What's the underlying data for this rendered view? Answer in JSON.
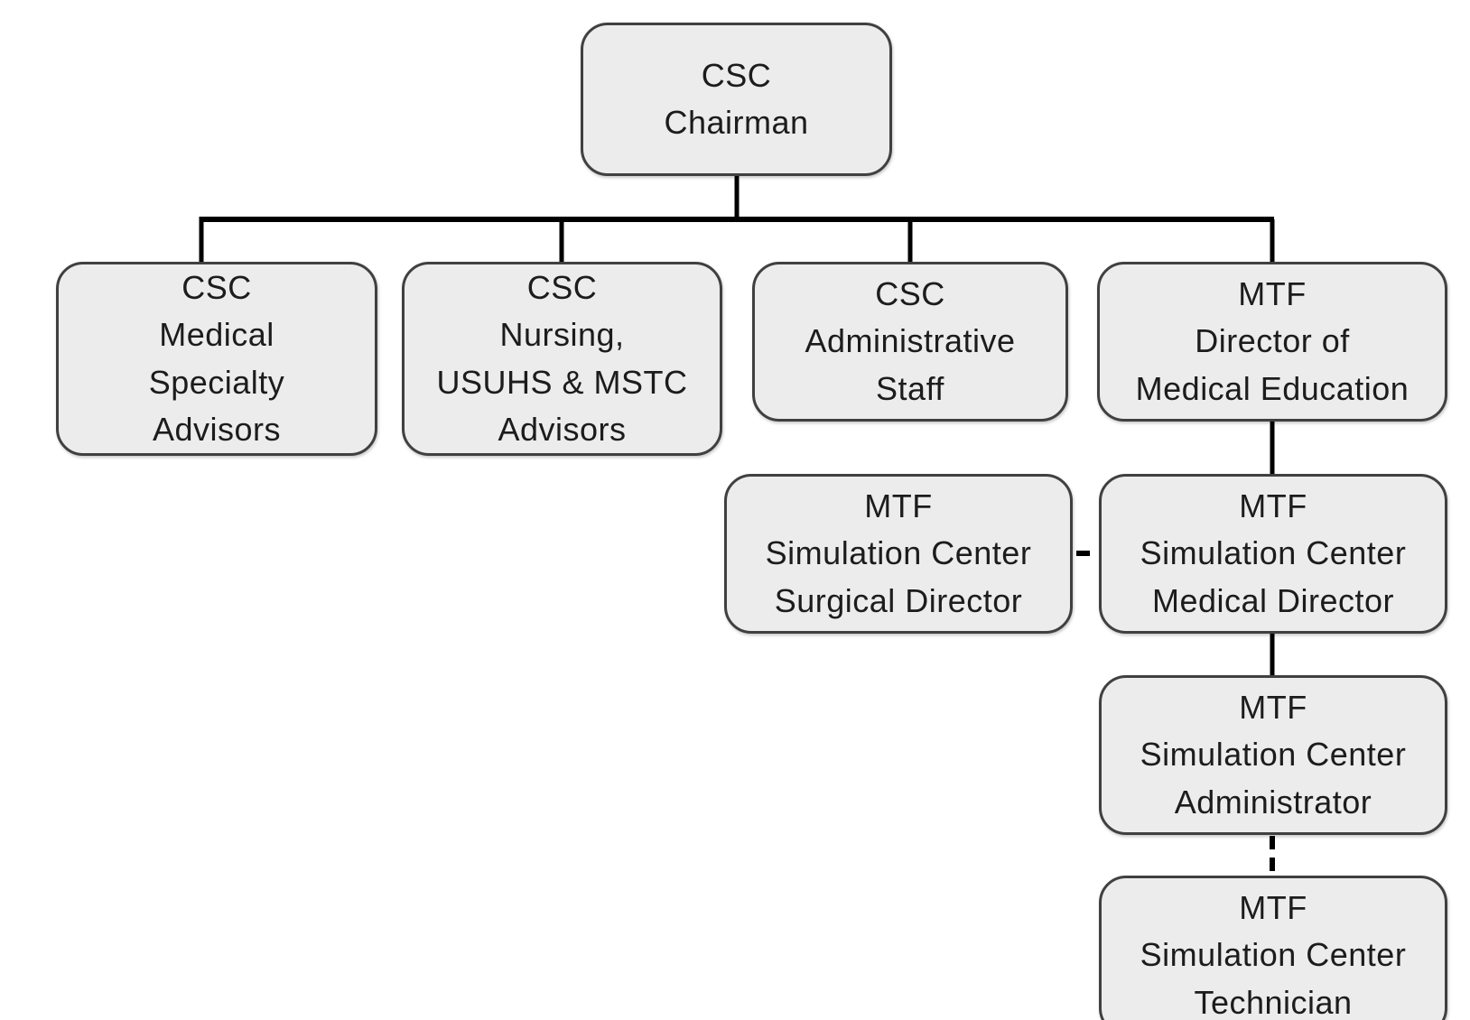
{
  "diagram": {
    "type": "org-chart",
    "nodes": {
      "chairman": {
        "label": "CSC\nChairman"
      },
      "medical_specialty_advisors": {
        "label": "CSC\nMedical\nSpecialty\nAdvisors"
      },
      "nursing_usuhs_mstc_advisors": {
        "label": "CSC\nNursing,\nUSUHS & MSTC\nAdvisors"
      },
      "administrative_staff": {
        "label": "CSC\nAdministrative\nStaff"
      },
      "director_of_medical_education": {
        "label": "MTF\nDirector of\nMedical Education"
      },
      "simulation_center_surgical_director": {
        "label": "MTF\nSimulation Center\nSurgical Director"
      },
      "simulation_center_medical_director": {
        "label": "MTF\nSimulation Center\nMedical Director"
      },
      "simulation_center_administrator": {
        "label": "MTF\nSimulation Center\nAdministrator"
      },
      "simulation_center_technician": {
        "label": "MTF\nSimulation Center\nTechnician"
      }
    },
    "edges": [
      {
        "from": "chairman",
        "to": "medical_specialty_advisors",
        "style": "solid"
      },
      {
        "from": "chairman",
        "to": "nursing_usuhs_mstc_advisors",
        "style": "solid"
      },
      {
        "from": "chairman",
        "to": "administrative_staff",
        "style": "solid"
      },
      {
        "from": "chairman",
        "to": "director_of_medical_education",
        "style": "solid"
      },
      {
        "from": "director_of_medical_education",
        "to": "simulation_center_medical_director",
        "style": "solid"
      },
      {
        "from": "simulation_center_surgical_director",
        "to": "simulation_center_medical_director",
        "style": "dashed"
      },
      {
        "from": "simulation_center_medical_director",
        "to": "simulation_center_administrator",
        "style": "solid"
      },
      {
        "from": "simulation_center_administrator",
        "to": "simulation_center_technician",
        "style": "dashed"
      }
    ],
    "colors": {
      "node_fill": "#ececec",
      "node_border": "#404040",
      "line": "#000000",
      "text": "#1c1c1c",
      "background": "#ffffff"
    }
  }
}
